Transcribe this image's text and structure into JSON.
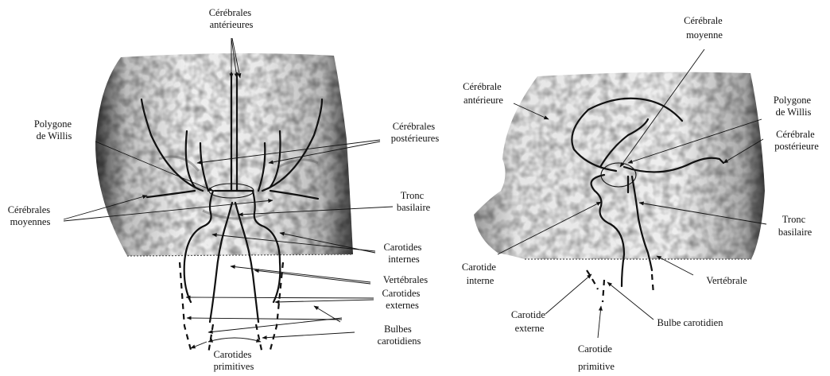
{
  "front_view": {
    "labels": {
      "cerebrales_anterieures": [
        "Cérébrales",
        "antérieures"
      ],
      "polygone_willis": [
        "Polygone",
        "de Willis"
      ],
      "cerebrales_posterieures": [
        "Cérébrales",
        "postérieures"
      ],
      "cerebrales_moyennes": [
        "Cérébrales",
        "moyennes"
      ],
      "tronc_basilaire": [
        "Tronc",
        "basilaire"
      ],
      "carotides_internes": [
        "Carotides",
        "internes"
      ],
      "vertebrales": [
        "Vertébrales"
      ],
      "carotides_externes": [
        "Carotides",
        "externes"
      ],
      "bulbes_carotidiens": [
        "Bulbes",
        "carotidiens"
      ],
      "carotides_primitives": [
        "Carotides",
        "primitives"
      ]
    }
  },
  "side_view": {
    "labels": {
      "cerebrale_moyenne": [
        "Cérébrale",
        "moyenne"
      ],
      "polygone_willis": [
        "Polygone",
        "de Willis"
      ],
      "cerebrale_anterieure": [
        "Cérébrale",
        "antérieure"
      ],
      "cerebrale_posterieure": [
        "Cérébrale",
        "postérieure"
      ],
      "tronc_basilaire": [
        "Tronc",
        "basilaire"
      ],
      "carotide_interne": [
        "Carotide",
        "interne"
      ],
      "vertebrale": [
        "Vertébrale"
      ],
      "carotide_externe": [
        "Carotide",
        "externe"
      ],
      "bulbe_carotidien": [
        "Bulbe carotidien"
      ],
      "carotide_primitive": [
        "Carotide",
        "primitive"
      ]
    }
  }
}
